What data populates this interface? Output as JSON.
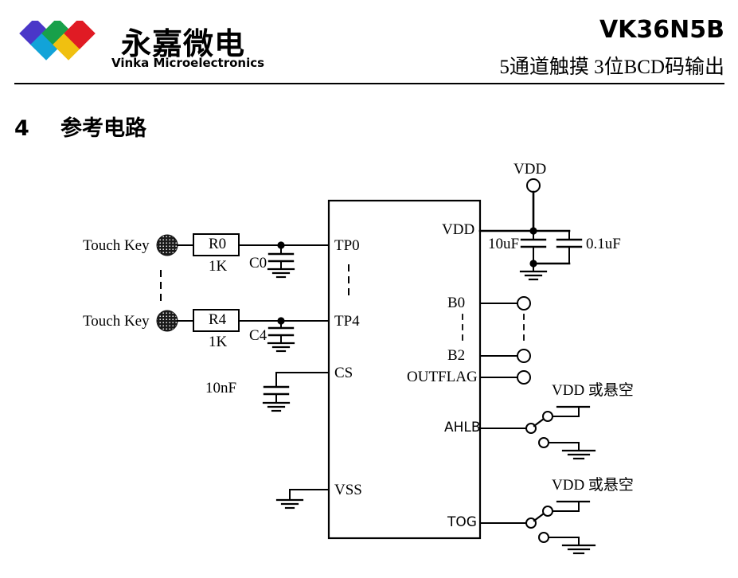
{
  "header": {
    "logo_cn": "永嘉微电",
    "logo_en": "Vinka Microelectronics",
    "part_number": "VK36N5B",
    "subtitle": "5通道触摸  3位BCD码输出",
    "logo_colors": {
      "purple": "#4a37c8",
      "cyan": "#12a3d8",
      "green": "#18a04a",
      "yellow": "#f0c010",
      "red": "#e01b24"
    }
  },
  "section": {
    "number": "4",
    "title": "参考电路"
  },
  "schematic": {
    "touch_rows": [
      {
        "key_label": "Touch Key",
        "resistor": "R0",
        "resistor_value": "1K",
        "capacitor": "C0",
        "pin": "TP0"
      },
      {
        "key_label": "Touch Key",
        "resistor": "R4",
        "resistor_value": "1K",
        "capacitor": "C4",
        "pin": "TP4"
      }
    ],
    "cs": {
      "pin": "CS",
      "capacitor_value": "10nF"
    },
    "vss": {
      "pin": "VSS"
    },
    "vdd": {
      "terminal_label": "VDD",
      "pin": "VDD",
      "cap_left": "10uF",
      "cap_right": "0.1uF"
    },
    "bus_pins": [
      {
        "pin": "B0"
      },
      {
        "pin": "B2"
      },
      {
        "pin": "OUTFLAG"
      }
    ],
    "switch_pins": [
      {
        "pin": "AHLB",
        "option_label": "VDD 或悬空"
      },
      {
        "pin": "TOG",
        "option_label": "VDD 或悬空"
      }
    ]
  }
}
